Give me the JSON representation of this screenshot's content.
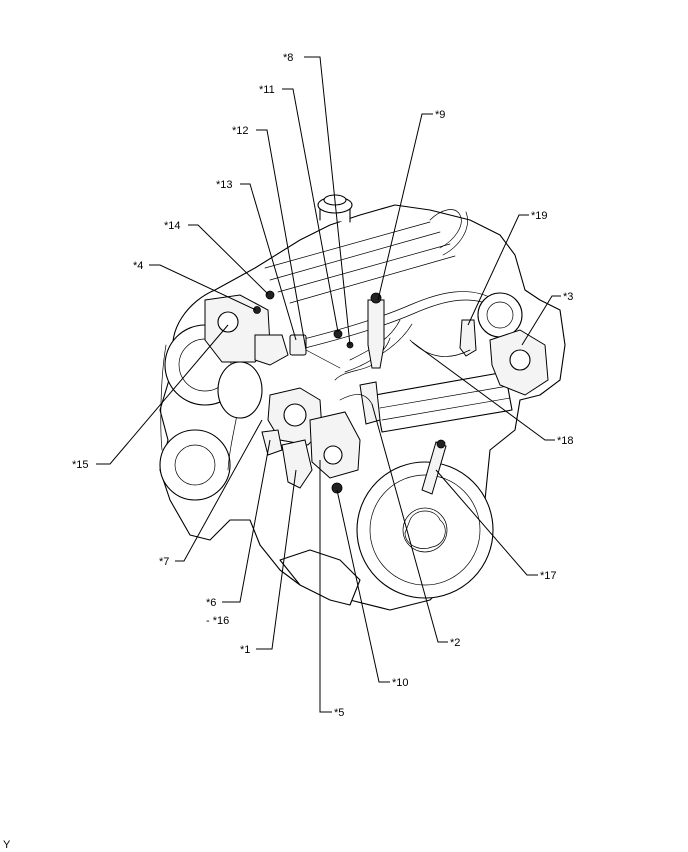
{
  "callouts": [
    {
      "id": "c8",
      "label": "*8"
    },
    {
      "id": "c11",
      "label": "*11"
    },
    {
      "id": "c9",
      "label": "*9"
    },
    {
      "id": "c12",
      "label": "*12"
    },
    {
      "id": "c13",
      "label": "*13"
    },
    {
      "id": "c19",
      "label": "*19"
    },
    {
      "id": "c14",
      "label": "*14"
    },
    {
      "id": "c4",
      "label": "*4"
    },
    {
      "id": "c3",
      "label": "*3"
    },
    {
      "id": "c18",
      "label": "*18"
    },
    {
      "id": "c15",
      "label": "*15"
    },
    {
      "id": "c7",
      "label": "*7"
    },
    {
      "id": "c17",
      "label": "*17"
    },
    {
      "id": "c6",
      "label": "*6"
    },
    {
      "id": "c16",
      "label": "- *16"
    },
    {
      "id": "c2",
      "label": "*2"
    },
    {
      "id": "c1",
      "label": "*1"
    },
    {
      "id": "c10",
      "label": "*10"
    },
    {
      "id": "c5",
      "label": "*5"
    }
  ],
  "footer_code": "Y"
}
